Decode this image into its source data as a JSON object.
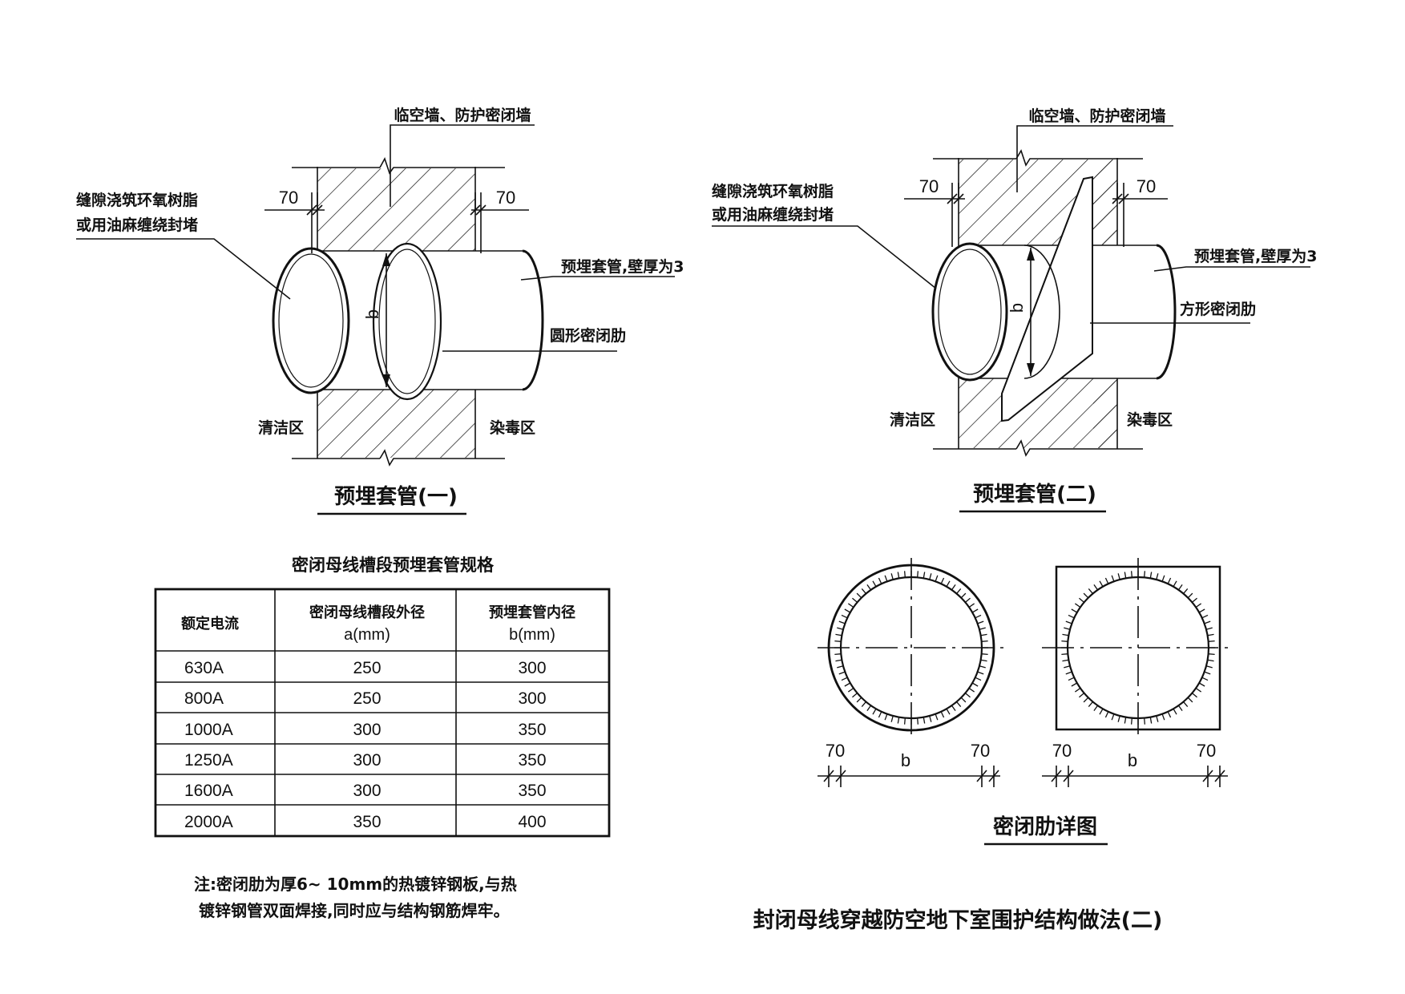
{
  "diagram1": {
    "caption": "预埋套管(一)",
    "wall_label": "临空墙、防护密闭墙",
    "seal_label_1": "缝隙浇筑环氧树脂",
    "seal_label_2": "或用油麻缠绕封堵",
    "sleeve_label": "预埋套管,壁厚为3",
    "rib_label": "圆形密闭肋",
    "clean_zone": "清洁区",
    "contaminated_zone": "染毒区",
    "dim_left": "70",
    "dim_right": "70",
    "dim_b": "b"
  },
  "diagram2": {
    "caption": "预埋套管(二)",
    "wall_label": "临空墙、防护密闭墙",
    "seal_label_1": "缝隙浇筑环氧树脂",
    "seal_label_2": "或用油麻缠绕封堵",
    "sleeve_label": "预埋套管,壁厚为3",
    "rib_label": "方形密闭肋",
    "clean_zone": "清洁区",
    "contaminated_zone": "染毒区",
    "dim_left": "70",
    "dim_right": "70",
    "dim_b": "b"
  },
  "table": {
    "title": "密闭母线槽段预埋套管规格",
    "headers": [
      {
        "line1": "额定电流",
        "line2": ""
      },
      {
        "line1": "密闭母线槽段外径",
        "line2": "a(mm)"
      },
      {
        "line1": "预埋套管内径",
        "line2": "b(mm)"
      }
    ],
    "rows": [
      [
        "630A",
        "250",
        "300"
      ],
      [
        "800A",
        "250",
        "300"
      ],
      [
        "1000A",
        "300",
        "350"
      ],
      [
        "1250A",
        "300",
        "350"
      ],
      [
        "1600A",
        "300",
        "350"
      ],
      [
        "2000A",
        "350",
        "400"
      ]
    ]
  },
  "detail": {
    "caption": "密闭肋详图",
    "round": {
      "dim_left": "70",
      "dim_b": "b",
      "dim_right": "70"
    },
    "square": {
      "dim_left": "70",
      "dim_b": "b",
      "dim_right": "70"
    }
  },
  "note": {
    "line1": "注:密闭肋为厚6~ 10mm的热镀锌钢板,与热",
    "line2": "镀锌钢管双面焊接,同时应与结构钢筋焊牢。"
  },
  "drawing_title": "封闭母线穿越防空地下室围护结构做法(二)"
}
